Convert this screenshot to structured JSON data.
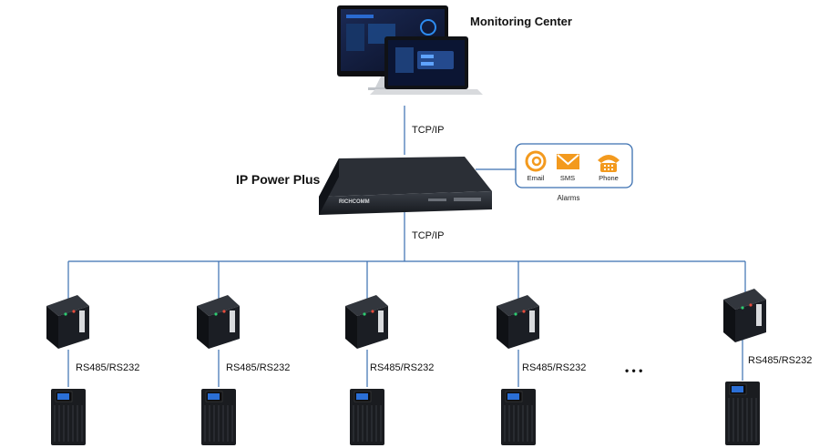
{
  "monitoring": {
    "label": "Monitoring Center"
  },
  "ip_power": {
    "label": "IP Power Plus",
    "brand": "RICHCOMM"
  },
  "links": {
    "top_link": "TCP/IP",
    "bottom_link": "TCP/IP"
  },
  "alarms": {
    "caption": "Alarms",
    "items": [
      {
        "label": "Email",
        "icon": "email-icon"
      },
      {
        "label": "SMS",
        "icon": "sms-icon"
      },
      {
        "label": "Phone",
        "icon": "phone-icon"
      }
    ]
  },
  "serial_label": "RS485/RS232",
  "ellipsis": "• • •",
  "colors": {
    "line": "#3a6fb0",
    "alarm_orange": "#f39a1e",
    "device_dark": "#1b1e24"
  }
}
